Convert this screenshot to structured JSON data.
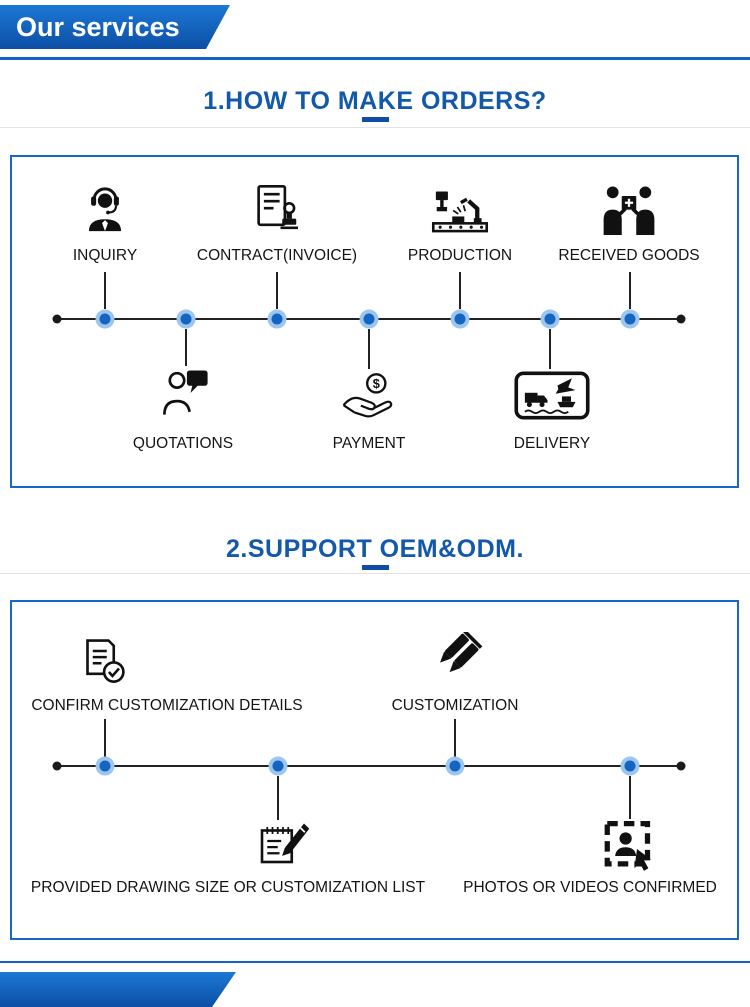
{
  "page": {
    "banner_title": "Our services",
    "colors": {
      "banner_blue_light": "#1b78d4",
      "banner_blue_dark": "#0d4fa6",
      "accent_rule_blue": "#1163c6",
      "title_blue": "#1259ab",
      "box_border_blue": "#1668c4",
      "node_fill": "#1464c0",
      "node_ring": "#9dc6ee",
      "icon_ink": "#111111"
    }
  },
  "sections": [
    {
      "title": "1.HOW TO MAKE ORDERS?",
      "top_steps": [
        {
          "label": "INQUIRY",
          "icon": "headset-agent-icon"
        },
        {
          "label": "CONTRACT(INVOICE)",
          "icon": "contract-stamp-icon"
        },
        {
          "label": "PRODUCTION",
          "icon": "factory-machine-icon"
        },
        {
          "label": "RECEIVED GOODS",
          "icon": "handover-goods-icon"
        }
      ],
      "bottom_steps": [
        {
          "label": "QUOTATIONS",
          "icon": "quotation-chat-icon"
        },
        {
          "label": "PAYMENT",
          "icon": "payment-hand-icon"
        },
        {
          "label": "DELIVERY",
          "icon": "delivery-transport-icon"
        }
      ]
    },
    {
      "title": "2.SUPPORT OEM&ODM.",
      "top_steps": [
        {
          "label": "CONFIRM CUSTOMIZATION DETAILS",
          "icon": "confirm-document-icon"
        },
        {
          "label": "CUSTOMIZATION",
          "icon": "customization-tools-icon"
        }
      ],
      "bottom_steps": [
        {
          "label": "PROVIDED DRAWING SIZE OR CUSTOMIZATION LIST",
          "icon": "drawing-list-icon"
        },
        {
          "label": "PHOTOS OR VIDEOS CONFIRMED",
          "icon": "photos-confirmed-icon"
        }
      ]
    }
  ]
}
